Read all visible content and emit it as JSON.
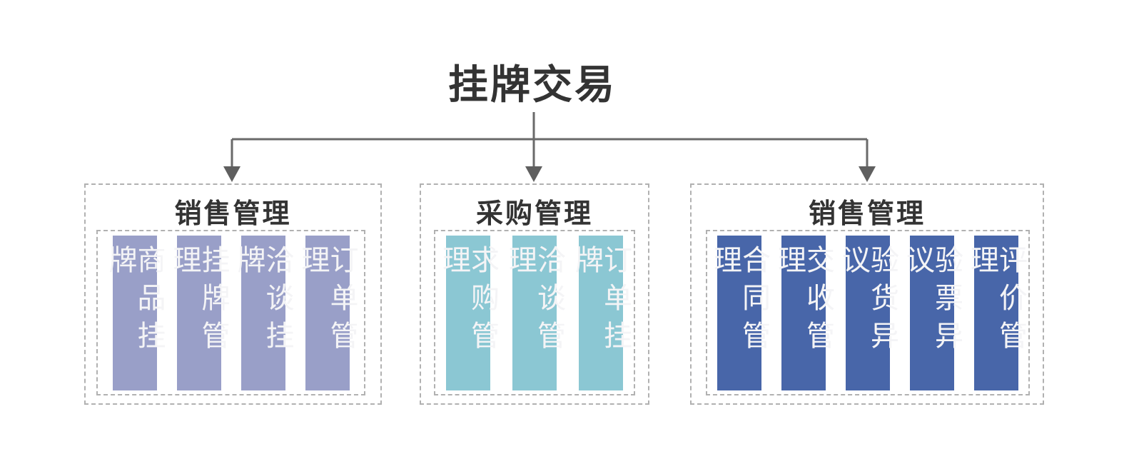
{
  "title": "挂牌交易",
  "colors": {
    "title_text": "#333333",
    "header_text": "#333333",
    "bar_text": "#f4f4f6",
    "connector_line": "#6a6a6a",
    "arrowhead": "#5f5f5f",
    "dashed_border": "#b1b1b1",
    "background": "#ffffff"
  },
  "groups": [
    {
      "header": "销售管理",
      "color": "#999fc8",
      "items": [
        "商品挂牌",
        "挂牌管理",
        "洽谈挂牌",
        "订单管理"
      ]
    },
    {
      "header": "采购管理",
      "color": "#8bc7d3",
      "items": [
        "求购管理",
        "洽谈管理",
        "订单挂牌"
      ]
    },
    {
      "header": "销售管理",
      "color": "#4866a9",
      "items": [
        "合同管理",
        "交收管理",
        "验货异议",
        "验票异议",
        "评价管理"
      ]
    }
  ]
}
